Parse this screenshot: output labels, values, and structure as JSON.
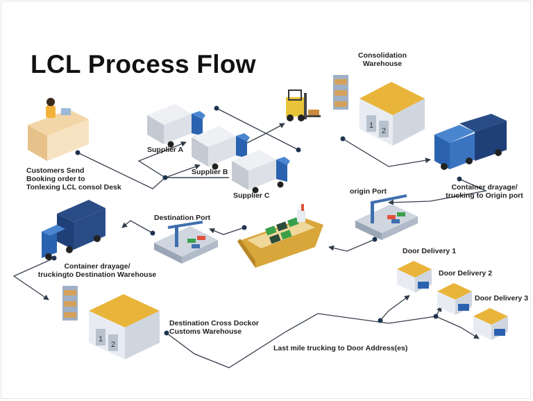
{
  "title": "LCL Process Flow",
  "labels": {
    "customers": "Customers Send\nBooking order to\nTonlexing LCL consol Desk",
    "supplier_a": "Supplier A",
    "supplier_b": "Supplier B",
    "supplier_c": "Supplier C",
    "consolidation_warehouse": "Consolidation\nWarehouse",
    "container_drayage_origin": "Container drayage/\ntrucking to Origin port",
    "origin_port": "origin Port",
    "destination_port": "Destination Port",
    "container_drayage_destination": "Container drayage/\ntruckingto Destination Warehouse",
    "destination_warehouse": "Destination Cross Dockor\nCustoms Warehouse",
    "last_mile": "Last mile trucking to Door Address(es)",
    "door_delivery_1": "Door Delivery 1",
    "door_delivery_2": "Door Delivery 2",
    "door_delivery_3": "Door Delivery 3"
  },
  "colors": {
    "truck_blue": "#2a62b0",
    "truck_dark": "#1f3f78",
    "cargo_box": "#d9dde4",
    "roof_yellow": "#e9b43a",
    "ship_hull": "#d8a63a",
    "line": "#333d4a"
  }
}
